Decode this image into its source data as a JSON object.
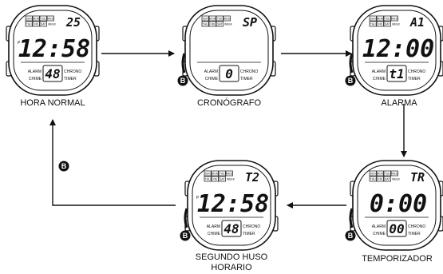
{
  "watches": [
    {
      "id": "hora-normal",
      "caption": "HORA NORMAL",
      "top": "25",
      "main": "12:58",
      "bottom": "48",
      "pm": "P",
      "days_row1": [
        "SUN",
        "MON",
        "TUE",
        "WED"
      ],
      "days_row2": [
        "THU",
        "FRI",
        "SAT"
      ],
      "week": "WEEK",
      "alarm": "ALARM",
      "chime": "CHIME",
      "chrono": "CHRONO",
      "timer": "TIMER",
      "button": "",
      "blank_main": false
    },
    {
      "id": "cronografo",
      "caption": "CRONÓGRAFO",
      "top": "SP",
      "main": "",
      "bottom": "0",
      "pm": "",
      "days_row1": [
        "SUN",
        "MON",
        "TUE",
        "WED"
      ],
      "days_row2": [
        "THU",
        "FRI",
        "SAT"
      ],
      "week": "WEEK",
      "alarm": "ALARM",
      "chime": "CHIME",
      "chrono": "CHRONO",
      "timer": "TIMER",
      "button": "B",
      "blank_main": true
    },
    {
      "id": "alarma",
      "caption": "ALARMA",
      "top": "A1",
      "main": "12:00",
      "bottom": "t1",
      "pm": "",
      "days_row1": [
        "SUN",
        "MON",
        "TUE",
        "WED"
      ],
      "days_row2": [
        "THU",
        "FRI",
        "SAT"
      ],
      "week": "WEEK",
      "alarm": "ALARM",
      "chime": "CHIME",
      "chrono": "CHRONO",
      "timer": "TIMER",
      "button": "B",
      "blank_main": false
    },
    {
      "id": "temporizador",
      "caption": "TEMPORIZADOR",
      "top": "TR",
      "main": "0:00",
      "bottom": "00",
      "pm": "",
      "days_row1": [
        "SUN",
        "MON",
        "TUE",
        "WED"
      ],
      "days_row2": [
        "THU",
        "FRI",
        "SAT"
      ],
      "week": "WEEK",
      "alarm": "ALARM",
      "chime": "CHIME",
      "chrono": "CHRONO",
      "timer": "TIMER",
      "button": "B",
      "blank_main": false
    },
    {
      "id": "segundo-huso",
      "caption": "SEGUNDO HUSO HORARIO",
      "caption_lines": [
        "SEGUNDO HUSO",
        "HORARIO"
      ],
      "top": "T2",
      "main": "12:58",
      "bottom": "48",
      "pm": "P",
      "days_row1": [
        "SUN",
        "MON",
        "TUE",
        "WED"
      ],
      "days_row2": [
        "THU",
        "FRI",
        "SAT"
      ],
      "week": "WEEK",
      "alarm": "ALARM",
      "chime": "CHIME",
      "chrono": "CHRONO",
      "timer": "TIMER",
      "button": "B",
      "blank_main": false
    }
  ],
  "loop_button": "B"
}
